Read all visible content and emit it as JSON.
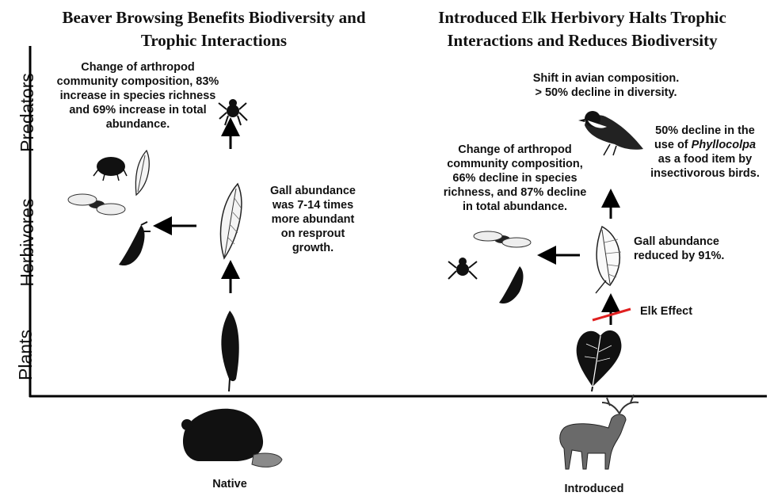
{
  "titles": {
    "left": "Beaver Browsing Benefits Biodiversity and\nTrophic Interactions",
    "right": "Introduced Elk Herbivory Halts Trophic\nInteractions and Reduces Biodiversity"
  },
  "axis": {
    "y_labels": [
      "Predators",
      "Herbivores",
      "Plants"
    ]
  },
  "left_panel": {
    "arthropod_text": "Change of arthropod\ncommunity composition, 83%\nincrease in species richness\nand 69% increase in total\nabundance.",
    "gall_text": "Gall abundance\nwas 7-14 times\nmore abundant\non resprout\ngrowth.",
    "bottom_label": "Native"
  },
  "right_panel": {
    "avian_text": "Shift in avian composition.\n> 50% decline in diversity.",
    "bird_decline_prefix": "50% decline in the\nuse of ",
    "bird_decline_italic": "Phyllocolpa",
    "bird_decline_suffix": "\nas a food item by\ninsectivorous birds.",
    "arthropod_text": "Change of arthropod\ncommunity composition,\n66% decline in species\nrichness, and 87% decline\nin total abundance.",
    "gall_text": "Gall abundance\nreduced by 91%.",
    "elk_effect": "Elk Effect",
    "bottom_label": "Introduced"
  },
  "colors": {
    "axis": "#000000",
    "elk_effect_line": "#e02020",
    "silhouette": "#111111"
  },
  "icons": [
    "spider-icon",
    "beetle-icon",
    "fly-icon",
    "caterpillar-icon",
    "gall-leaf-icon",
    "leaf-icon",
    "heart-leaf-icon",
    "bird-icon",
    "beaver-icon",
    "elk-icon",
    "arrow-icon"
  ]
}
